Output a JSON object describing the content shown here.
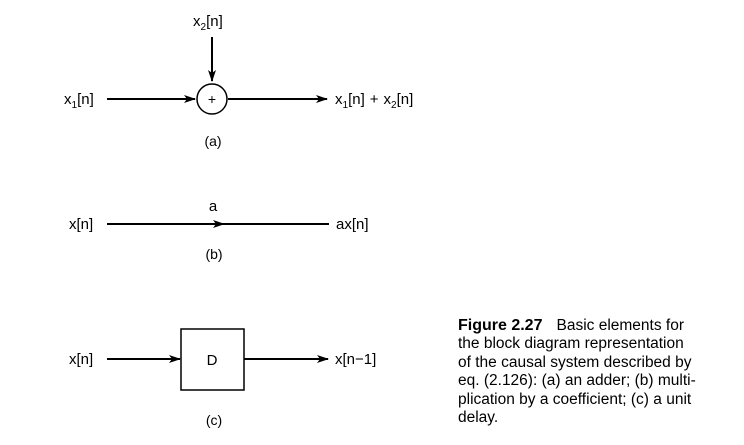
{
  "adder": {
    "input1": {
      "base": "x",
      "sub": "1",
      "rest": "[n]"
    },
    "input2": {
      "base": "x",
      "sub": "2",
      "rest": "[n]"
    },
    "symbol": "+",
    "output": {
      "a_base": "x",
      "a_sub": "1",
      "a_rest": "[n]",
      "op": "+",
      "b_base": "x",
      "b_sub": "2",
      "b_rest": "[n]"
    },
    "label": "(a)"
  },
  "multiplier": {
    "input": "x[n]",
    "coefficient": "a",
    "output": "ax[n]",
    "label": "(b)"
  },
  "delay": {
    "input": "x[n]",
    "block": "D",
    "output": "x[n−1]",
    "label": "(c)"
  },
  "caption": {
    "figure_label": "Figure 2.27",
    "lines": [
      "Basic elements for",
      "the block diagram representation",
      "of the causal system described by",
      "eq. (2.126): (a) an adder; (b) multi-",
      "plication by a coefficient; (c) a unit",
      "delay."
    ]
  },
  "colors": {
    "ink": "#000000",
    "background": "#ffffff"
  }
}
